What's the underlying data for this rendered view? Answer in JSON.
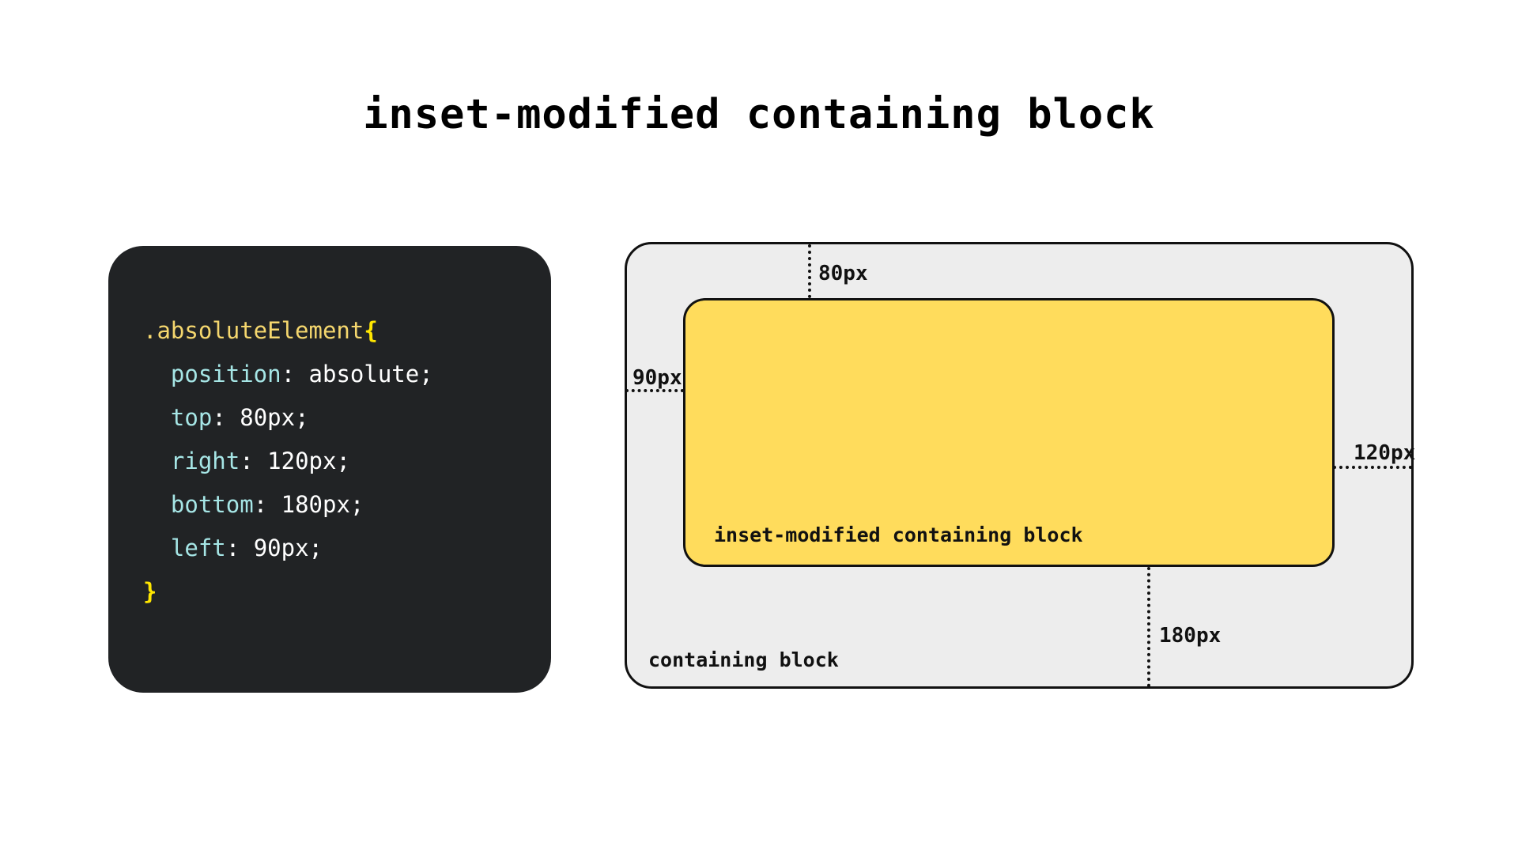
{
  "page": {
    "title": "inset-modified containing block",
    "background_color": "#ffffff"
  },
  "code_panel": {
    "background_color": "#212325",
    "selector": ".absoluteElement",
    "open_brace": "{",
    "close_brace": "}",
    "colors": {
      "selector": "#f5d76e",
      "brace": "#ffe600",
      "property": "#a6e6e6",
      "value": "#ffffff"
    },
    "declarations": [
      {
        "property": "position",
        "separator": ": ",
        "value": "absolute;"
      },
      {
        "property": "top",
        "separator": ": ",
        "value": "80px;"
      },
      {
        "property": "right",
        "separator": ": ",
        "value": "120px;"
      },
      {
        "property": "bottom",
        "separator": ": ",
        "value": "180px;"
      },
      {
        "property": "left",
        "separator": ": ",
        "value": "90px;"
      }
    ]
  },
  "diagram": {
    "containing_block": {
      "label": "containing block",
      "fill_color": "#ededed",
      "stroke_color": "#111111"
    },
    "inset_modified_containing_block": {
      "label": "inset-modified containing block",
      "fill_color": "#ffdc5c",
      "stroke_color": "#111111"
    },
    "measurements": [
      {
        "name": "top",
        "label": "80px",
        "orientation": "vertical"
      },
      {
        "name": "left",
        "label": "90px",
        "orientation": "horizontal"
      },
      {
        "name": "right",
        "label": "120px",
        "orientation": "horizontal"
      },
      {
        "name": "bottom",
        "label": "180px",
        "orientation": "vertical"
      }
    ]
  }
}
